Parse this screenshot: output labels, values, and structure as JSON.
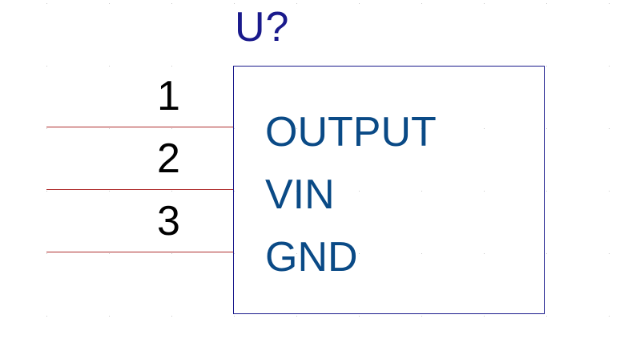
{
  "component": {
    "reference": "U?",
    "colors": {
      "outline": "#1a1a8c",
      "pin_line": "#b03030",
      "pin_name": "#0a4a86",
      "pin_number": "#000000",
      "reference": "#1a1a8c"
    }
  },
  "pins": [
    {
      "number": "1",
      "name": "OUTPUT"
    },
    {
      "number": "2",
      "name": "VIN"
    },
    {
      "number": "3",
      "name": "GND"
    }
  ]
}
